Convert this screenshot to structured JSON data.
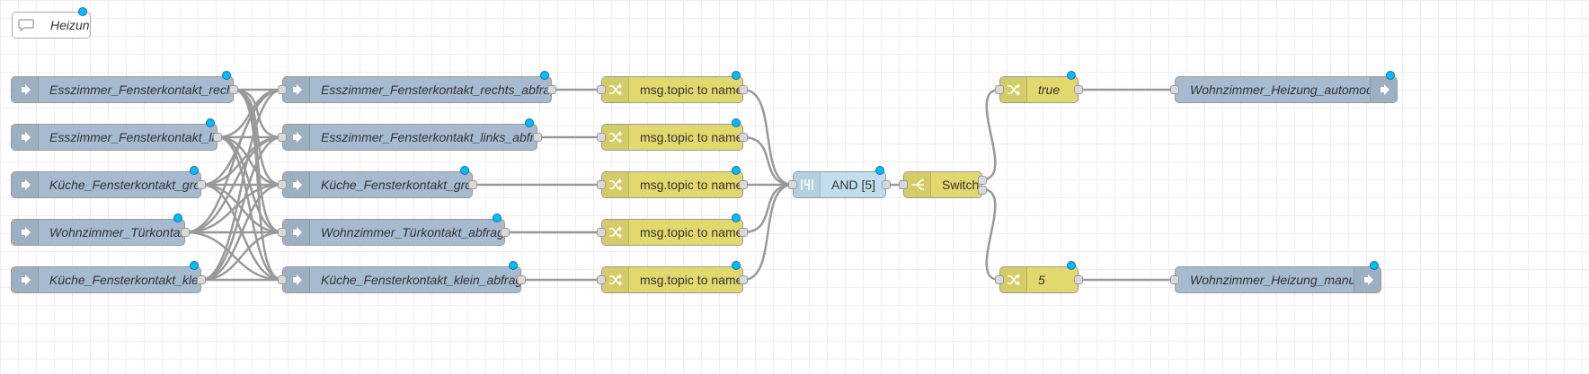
{
  "canvas": {
    "comment": {
      "label": "Heizung",
      "icon": "comment-icon"
    },
    "flows": {
      "link_in": [
        {
          "label": "Esszimmer_Fensterkontakt_rechts"
        },
        {
          "label": "Esszimmer_Fensterkontakt_links"
        },
        {
          "label": "Küche_Fensterkontakt_groß"
        },
        {
          "label": "Wohnzimmer_Türkontakt"
        },
        {
          "label": "Küche_Fensterkontakt_klein"
        }
      ],
      "abfrage": [
        {
          "label": "Esszimmer_Fensterkontakt_rechts_abfrage"
        },
        {
          "label": "Esszimmer_Fensterkontakt_links_abfrage"
        },
        {
          "label": "Küche_Fensterkontakt_groß"
        },
        {
          "label": "Wohnzimmer_Türkontakt_abfrage"
        },
        {
          "label": "Küche_Fensterkontakt_klein_abfrage"
        }
      ],
      "change": [
        {
          "label": "msg.topic to name"
        },
        {
          "label": "msg.topic to name"
        },
        {
          "label": "msg.topic to name"
        },
        {
          "label": "msg.topic to name"
        },
        {
          "label": "msg.topic to name"
        }
      ],
      "join": {
        "label": "AND [5]"
      },
      "switch": {
        "label": "Switch"
      },
      "outputs": [
        {
          "value_label": "true",
          "link_out_label": "Wohnzimmer_Heizung_automode"
        },
        {
          "value_label": "5",
          "link_out_label": "Wohnzimmer_Heizung_manual"
        }
      ]
    },
    "colors": {
      "link_node": "#a6bbcf",
      "change_node": "#e2d96e",
      "join_node": "#c0deed",
      "changed_badge": "#00bcff",
      "wire": "#999999"
    },
    "icons": [
      "link-in-arrow-icon",
      "shuffle-icon",
      "join-icon",
      "switch-icon",
      "link-out-arrow-icon",
      "comment-icon"
    ]
  }
}
